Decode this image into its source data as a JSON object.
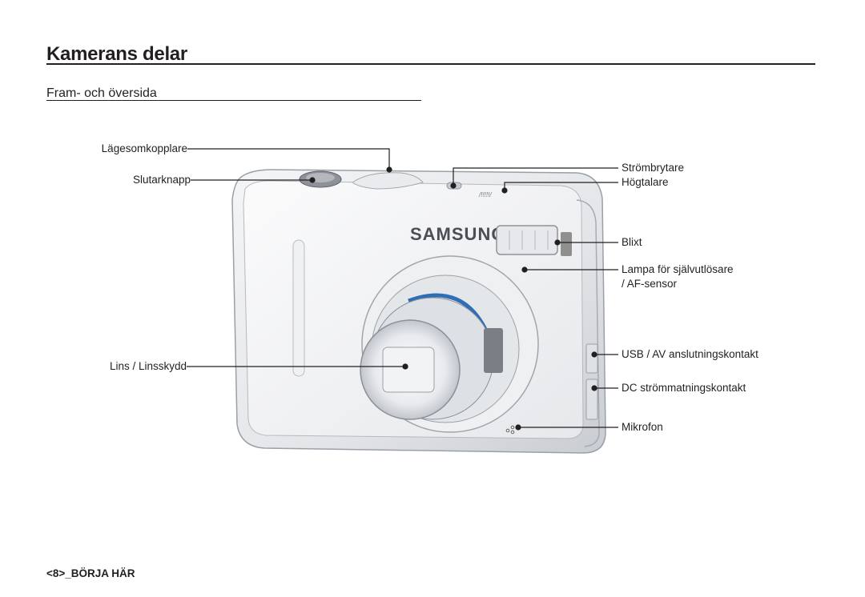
{
  "header": {
    "title": "Kamerans delar",
    "subtitle": "Fram- och översida"
  },
  "camera": {
    "brand": "SAMSUNG"
  },
  "callouts": {
    "mode_switch": "Lägesomkopplare",
    "shutter": "Slutarknapp",
    "lens": "Lins / Linsskydd",
    "power": "Strömbrytare",
    "speaker": "Högtalare",
    "flash": "Blixt",
    "self_timer_line1": "Lampa för självutlösare",
    "self_timer_line2": "/ AF-sensor",
    "usb": "USB / AV anslutningskontakt",
    "dc": "DC strömmatningskontakt",
    "mic": "Mikrofon"
  },
  "footer": {
    "page_label": "<8>_BÖRJA HÄR"
  }
}
